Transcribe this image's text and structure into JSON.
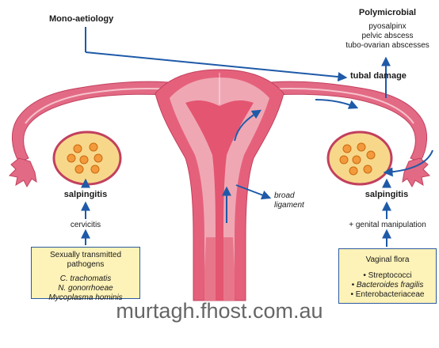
{
  "labels": {
    "mono": "Mono-aetiology",
    "poly": "Polymicrobial",
    "poly_items": [
      "pyosalpinx",
      "pelvic abscess",
      "tubo-ovarian abscesses"
    ],
    "tubal_damage": "tubal damage",
    "salpingitis_left": "salpingitis",
    "salpingitis_right": "salpingitis",
    "cervicitis": "cervicitis",
    "genital": "+ genital manipulation",
    "broad_line1": "broad",
    "broad_line2": "ligament"
  },
  "left_box": {
    "title": [
      "Sexually transmitted",
      "pathogens"
    ],
    "items": [
      "C. trachomatis",
      "N. gonorrhoeae",
      "Mycoplasma hominis"
    ]
  },
  "right_box": {
    "title": "Vaginal flora",
    "items": [
      "• Streptococci",
      "• Bacteroides fragilis",
      "• Enterobacteriaceae"
    ]
  },
  "footer": "murtagh.fhost.com.au",
  "colors": {
    "tube": "#e36a84",
    "uterus_outer": "#e5617b",
    "uterus_inner": "#f0a7b4",
    "cavity": "#e35570",
    "ovary": "#f7d88b",
    "follicle": "#f39a3c",
    "arrow": "#1e5aa8",
    "box_fill": "#fdf2b8"
  }
}
